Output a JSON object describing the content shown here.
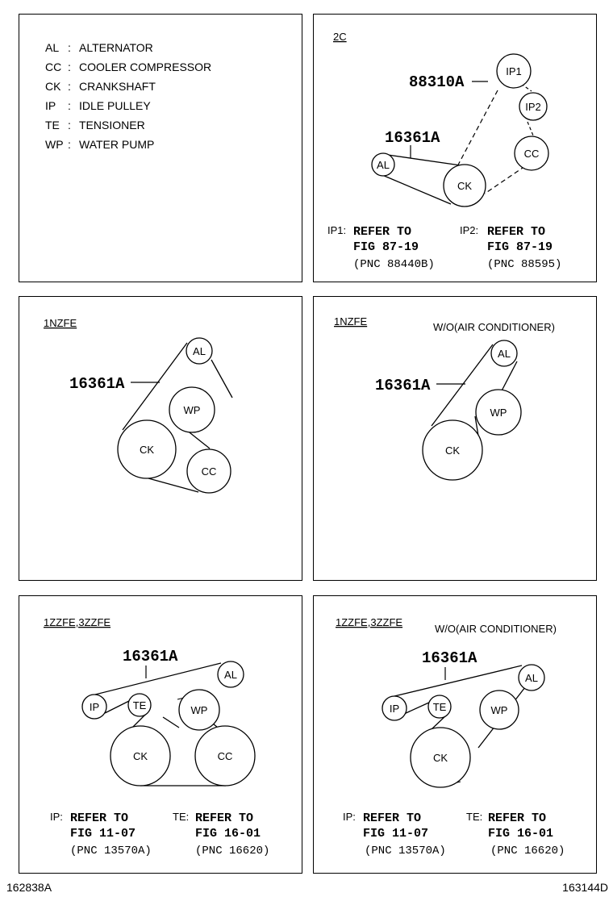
{
  "legend": [
    {
      "abbr": "AL",
      "name": "ALTERNATOR"
    },
    {
      "abbr": "CC",
      "name": "COOLER COMPRESSOR"
    },
    {
      "abbr": "CK",
      "name": "CRANKSHAFT"
    },
    {
      "abbr": "IP",
      "name": "IDLE PULLEY"
    },
    {
      "abbr": "TE",
      "name": "TENSIONER"
    },
    {
      "abbr": "WP",
      "name": "WATER PUMP"
    }
  ],
  "legend_colon": ":",
  "panels": {
    "p2c": {
      "engine": "2C",
      "part_a": "88310A",
      "part_b": "16361A",
      "pulleys": {
        "ip1": "IP1",
        "ip2": "IP2",
        "cc": "CC",
        "al": "AL",
        "ck": "CK"
      },
      "refs": [
        {
          "key": "IP1:",
          "l1": "REFER TO",
          "l2": "FIG 87-19",
          "l3": "(PNC 88440B)"
        },
        {
          "key": "IP2:",
          "l1": "REFER TO",
          "l2": "FIG 87-19",
          "l3": "(PNC 88595)"
        }
      ]
    },
    "p1nzfe_ac": {
      "engine": "1NZFE",
      "part": "16361A",
      "pulleys": {
        "al": "AL",
        "wp": "WP",
        "ck": "CK",
        "cc": "CC"
      }
    },
    "p1nzfe_noac": {
      "engine": "1NZFE",
      "variant": "W/O(AIR CONDITIONER)",
      "part": "16361A",
      "pulleys": {
        "al": "AL",
        "wp": "WP",
        "ck": "CK"
      }
    },
    "pzz_ac": {
      "engine": "1ZZFE,3ZZFE",
      "part": "16361A",
      "pulleys": {
        "al": "AL",
        "ip": "IP",
        "te": "TE",
        "wp": "WP",
        "ck": "CK",
        "cc": "CC"
      },
      "refs": [
        {
          "key": "IP:",
          "l1": "REFER TO",
          "l2": "FIG 11-07",
          "l3": "(PNC 13570A)"
        },
        {
          "key": "TE:",
          "l1": "REFER TO",
          "l2": "FIG 16-01",
          "l3": "(PNC 16620)"
        }
      ]
    },
    "pzz_noac": {
      "engine": "1ZZFE,3ZZFE",
      "variant": "W/O(AIR CONDITIONER)",
      "part": "16361A",
      "pulleys": {
        "al": "AL",
        "ip": "IP",
        "te": "TE",
        "wp": "WP",
        "ck": "CK"
      },
      "refs": [
        {
          "key": "IP:",
          "l1": "REFER TO",
          "l2": "FIG 11-07",
          "l3": "(PNC 13570A)"
        },
        {
          "key": "TE:",
          "l1": "REFER TO",
          "l2": "FIG 16-01",
          "l3": "(PNC 16620)"
        }
      ]
    }
  },
  "footer": {
    "left": "162838A",
    "right": "163144D"
  }
}
